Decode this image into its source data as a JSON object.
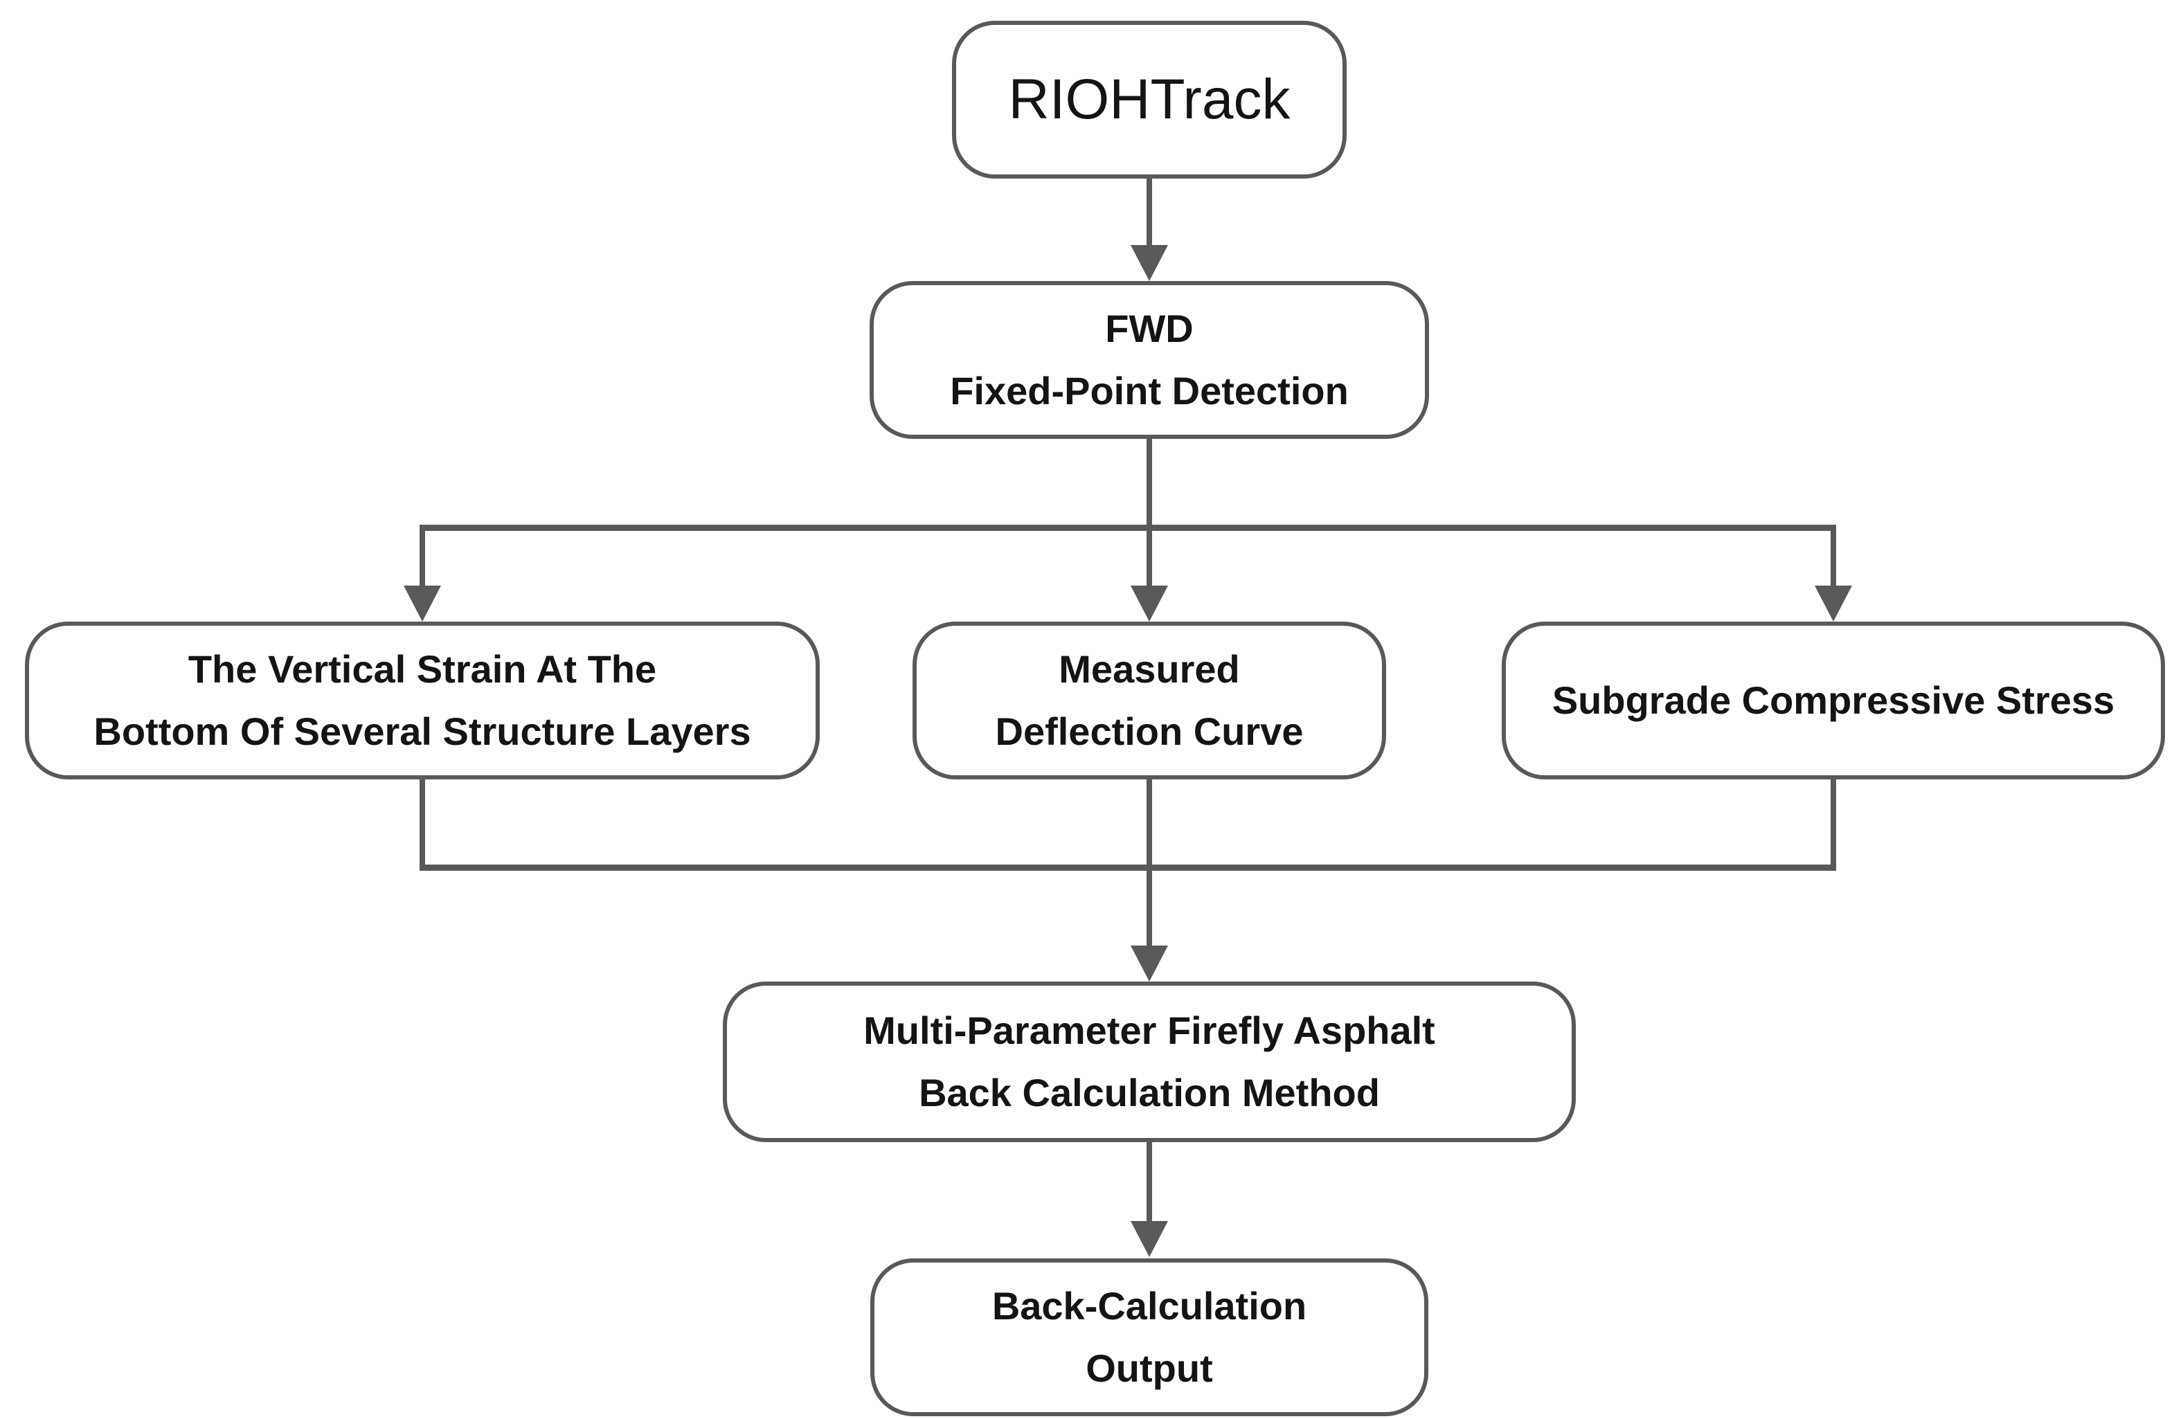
{
  "diagram": {
    "title": "RIOHTrack FWD back-calculation flowchart",
    "colors": {
      "background": "#ffffff",
      "line": "#595959",
      "text": "#141414",
      "node_fill": "#ffffff"
    },
    "nodes": {
      "riohtrack": {
        "label": "RIOHTrack"
      },
      "fwd": {
        "line1": "FWD",
        "line2": "Fixed-Point Detection"
      },
      "vertical_strain": {
        "line1": "The Vertical Strain At The",
        "line2": "Bottom Of Several Structure Layers"
      },
      "deflection": {
        "line1": "Measured",
        "line2": "Deflection Curve"
      },
      "subgrade": {
        "label": "Subgrade Compressive Stress"
      },
      "firefly": {
        "line1": "Multi-Parameter Firefly Asphalt",
        "line2": "Back Calculation Method"
      },
      "output": {
        "line1": "Back-Calculation",
        "line2": "Output"
      }
    },
    "edges": [
      "RIOHTrack -> FWD Fixed-Point Detection",
      "FWD Fixed-Point Detection -> The Vertical Strain At The Bottom Of Several Structure Layers",
      "FWD Fixed-Point Detection -> Measured Deflection Curve",
      "FWD Fixed-Point Detection -> Subgrade Compressive Stress",
      "The Vertical Strain At The Bottom Of Several Structure Layers -> Multi-Parameter Firefly Asphalt Back Calculation Method",
      "Measured Deflection Curve -> Multi-Parameter Firefly Asphalt Back Calculation Method",
      "Subgrade Compressive Stress -> Multi-Parameter Firefly Asphalt Back Calculation Method",
      "Multi-Parameter Firefly Asphalt Back Calculation Method -> Back-Calculation Output"
    ]
  }
}
